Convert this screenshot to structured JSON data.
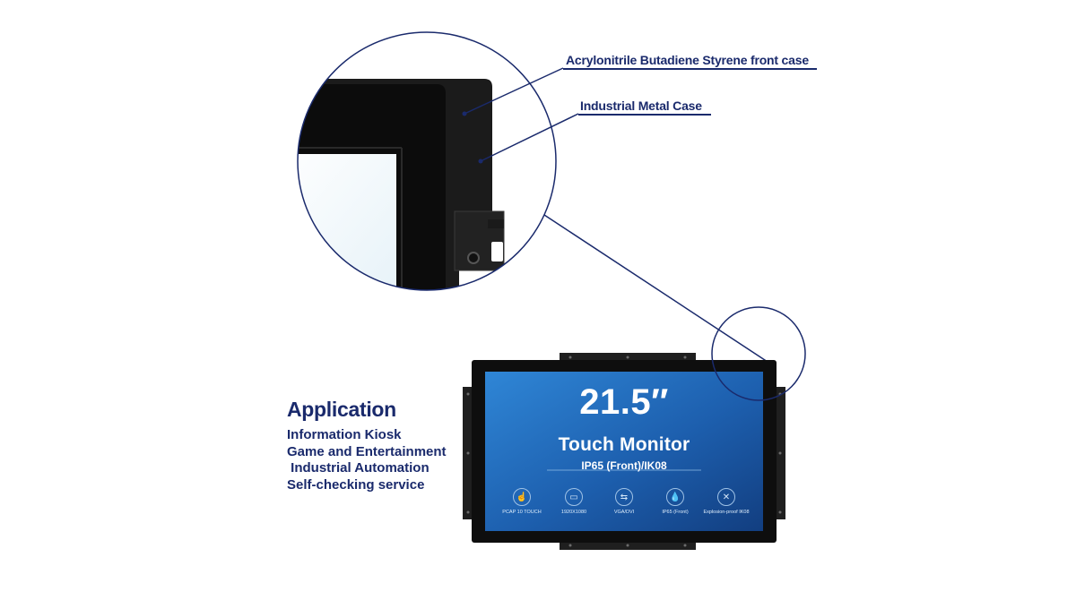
{
  "callouts": {
    "front_case": "Acrylonitrile Butadiene Styrene front case",
    "metal_case": "Industrial Metal Case"
  },
  "application": {
    "heading": "Application",
    "items": [
      "Information Kiosk",
      "Game and Entertainment",
      " Industrial Automation",
      "Self-checking service"
    ]
  },
  "monitor": {
    "size": "21.5″",
    "title": "Touch Monitor",
    "subtitle": "IP65 (Front)/IK08",
    "features": [
      {
        "icon": "touch-icon",
        "label": "PCAP 10 TOUCH"
      },
      {
        "icon": "resolution-icon",
        "label": "1920X1080"
      },
      {
        "icon": "usb-icon",
        "label": "VGA/DVI"
      },
      {
        "icon": "water-drops-icon",
        "label": "IP65 (Front)"
      },
      {
        "icon": "explosion-proof-icon",
        "label": "Explosion-proof IK08"
      }
    ]
  },
  "colors": {
    "label_navy": "#1a2a6c",
    "screen_blue": "#1f6fbe",
    "bezel_black": "#0e0e0e"
  }
}
